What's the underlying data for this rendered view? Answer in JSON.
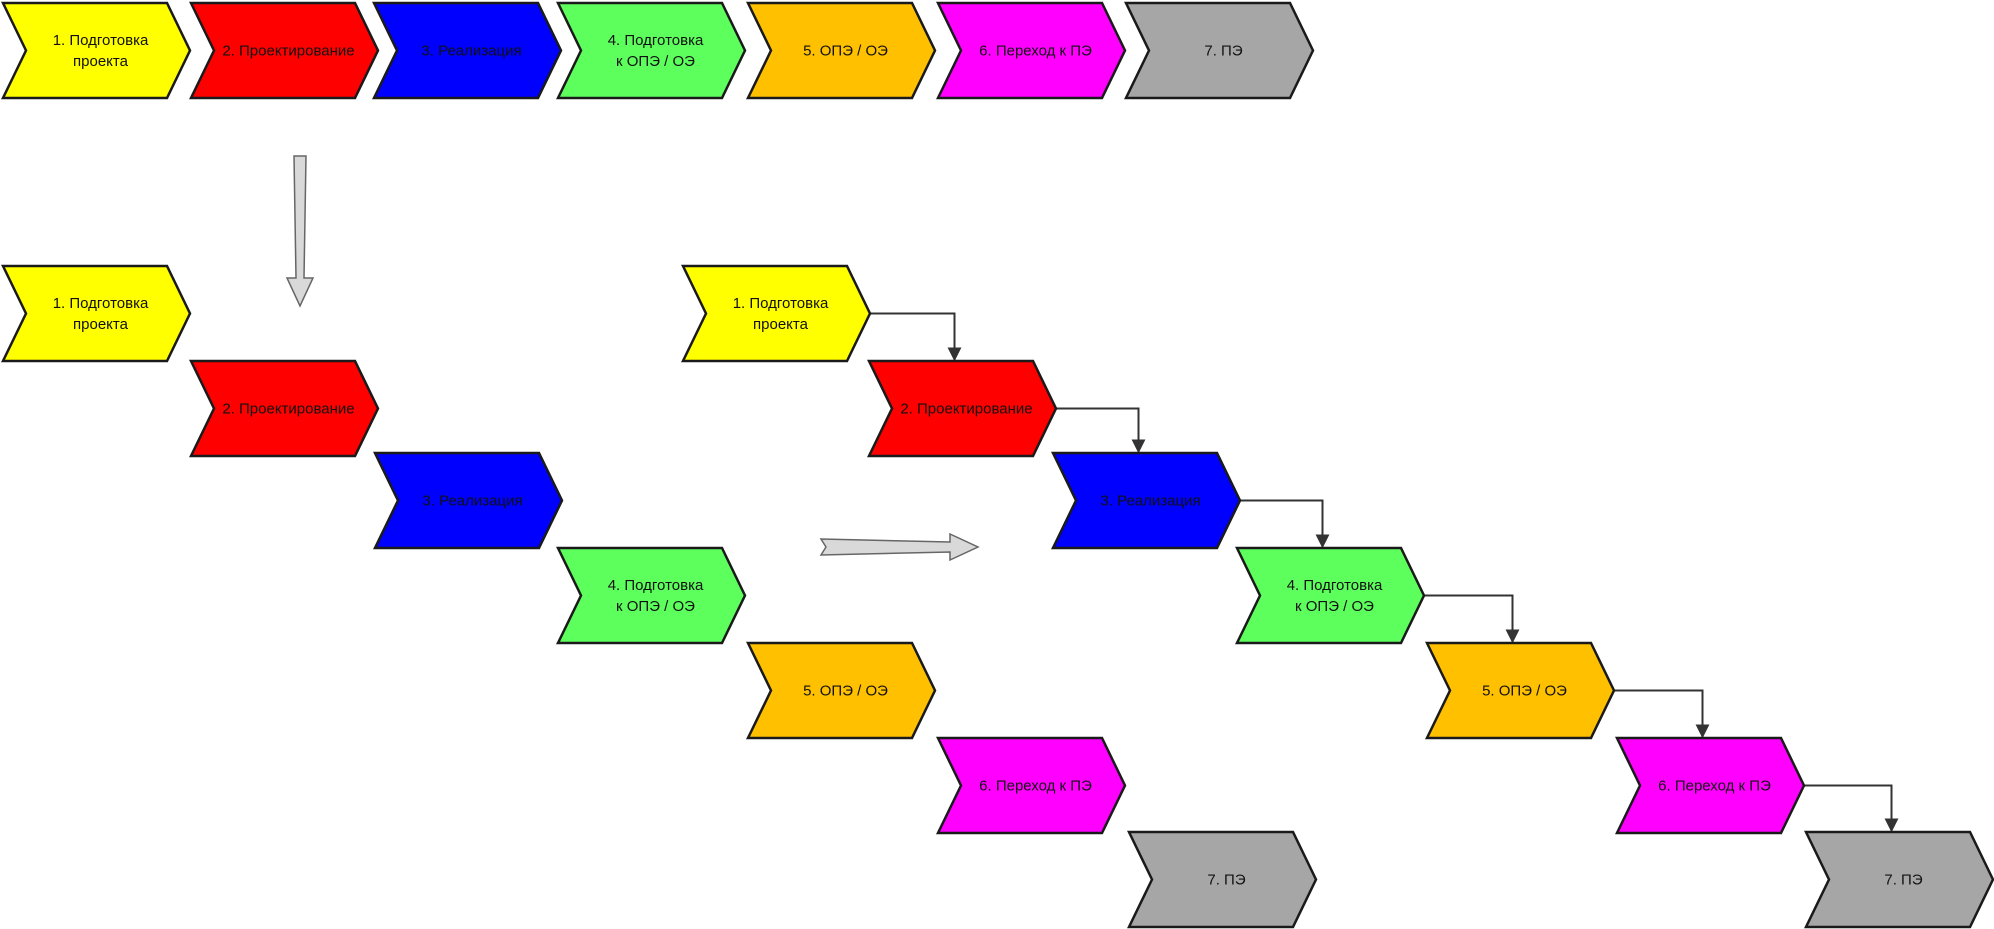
{
  "stages": [
    {
      "id": "s1",
      "lines": [
        "1. Подготовка",
        "проекта"
      ],
      "color": "#FFFF00"
    },
    {
      "id": "s2",
      "lines": [
        "2. Проектирование"
      ],
      "color": "#FF0000"
    },
    {
      "id": "s3",
      "lines": [
        "3. Реализация"
      ],
      "color": "#0000FF"
    },
    {
      "id": "s4",
      "lines": [
        "4. Подготовка",
        "к ОПЭ / ОЭ"
      ],
      "color": "#5CFF5C"
    },
    {
      "id": "s5",
      "lines": [
        "5. ОПЭ / ОЭ"
      ],
      "color": "#FFC000"
    },
    {
      "id": "s6",
      "lines": [
        "6. Переход к ПЭ"
      ],
      "color": "#FF00FF"
    },
    {
      "id": "s7",
      "lines": [
        "7. ПЭ"
      ],
      "color": "#A6A6A6"
    }
  ],
  "groups": [
    {
      "id": "sequence-row",
      "name": "top-row"
    },
    {
      "id": "cascade-plain",
      "name": "cascade-plain"
    },
    {
      "id": "cascade-linked",
      "name": "cascade-linked"
    }
  ],
  "colors": {
    "outline": "#1a1a1a",
    "connector": "#333333",
    "transition_arrow_fill": "#D9D9D9",
    "transition_arrow_stroke": "#666666"
  },
  "icons": {
    "transition_down": "arrow-down-icon",
    "transition_right": "arrow-right-icon"
  }
}
